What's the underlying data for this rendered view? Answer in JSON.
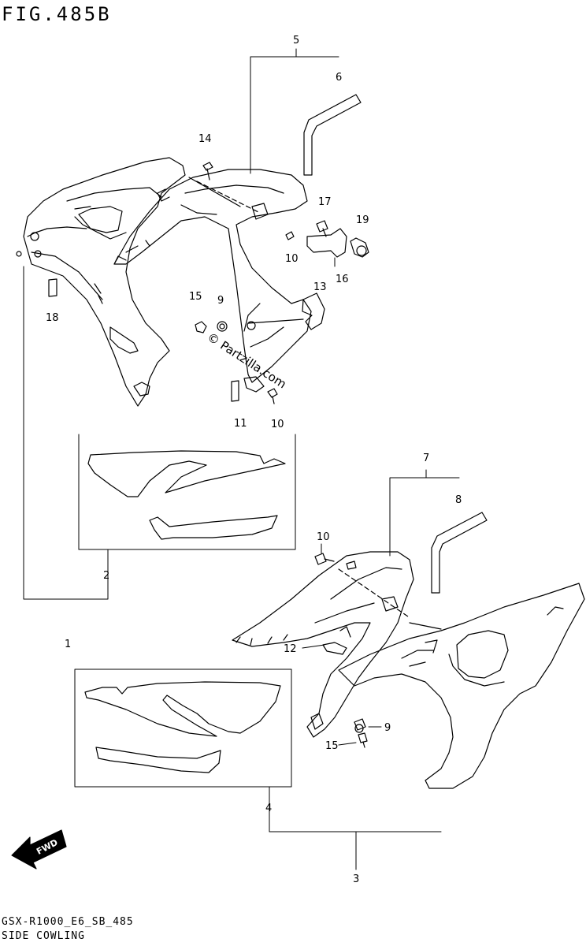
{
  "figure_title": "FIG.485B",
  "footer_code": "GSX-R1000_E6_SB_485",
  "footer_name": "SIDE COWLING",
  "watermark": "© Partzilla.com",
  "fwd_label": "FWD",
  "callouts": [
    "5",
    "6",
    "14",
    "17",
    "19",
    "10",
    "16",
    "13",
    "15",
    "9",
    "18",
    "11",
    "10",
    "2",
    "1",
    "7",
    "8",
    "10",
    "12",
    "9",
    "15",
    "4",
    "3"
  ]
}
